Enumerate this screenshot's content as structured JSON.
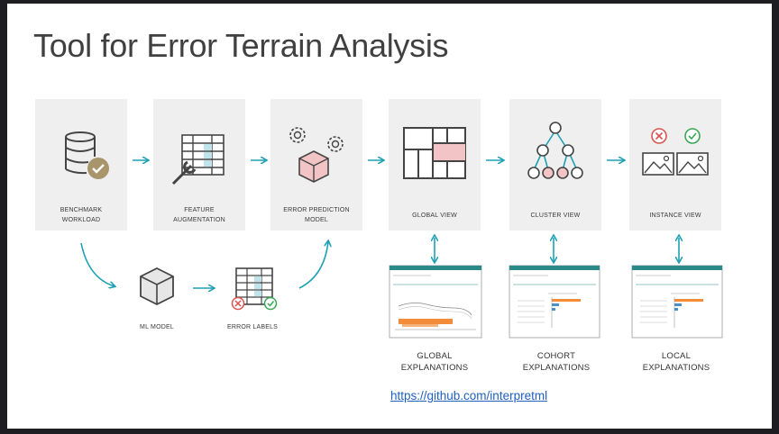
{
  "title": "Tool for Error Terrain Analysis",
  "steps": [
    {
      "line1": "BENCHMARK",
      "line2": "WORKLOAD",
      "icon": "database-check-icon"
    },
    {
      "line1": "FEATURE",
      "line2": "AUGMENTATION",
      "icon": "table-wrench-icon"
    },
    {
      "line1": "ERROR PREDICTION",
      "line2": "MODEL",
      "icon": "gears-cube-icon"
    },
    {
      "line1": "GLOBAL VIEW",
      "icon": "treemap-icon"
    },
    {
      "line1": "CLUSTER VIEW",
      "icon": "tree-icon"
    },
    {
      "line1": "INSTANCE VIEW",
      "icon": "images-icon"
    }
  ],
  "ml_model": "ML MODEL",
  "error_labels": "ERROR LABELS",
  "explanations": [
    {
      "line1": "GLOBAL",
      "line2": "EXPLANATIONS"
    },
    {
      "line1": "COHORT",
      "line2": "EXPLANATIONS"
    },
    {
      "line1": "LOCAL",
      "line2": "EXPLANATIONS"
    }
  ],
  "link": "https://github.com/interpretml",
  "colors": {
    "accent": "#1fa0b4",
    "pink": "#f3c4c6",
    "red_x": "#d9534f",
    "green_check": "#3aa655",
    "tan": "#a9956b",
    "box_bg": "#efefef"
  }
}
